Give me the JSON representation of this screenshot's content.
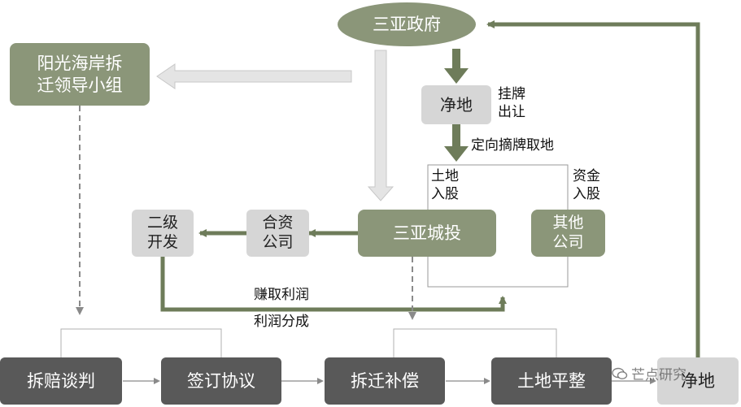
{
  "nodes": {
    "sanya_gov": "三亚政府",
    "demolition_group": "阳光海岸拆\n迁领导小组",
    "clean_land_top": "净地",
    "sanya_chengtou": "三亚城投",
    "other_company": "其他\n公司",
    "jv_company": "合资\n公司",
    "secondary_dev": "二级\n开发",
    "negotiation": "拆赔谈判",
    "sign_agreement": "签订协议",
    "compensation": "拆迁补偿",
    "land_leveling": "土地平整",
    "clean_land_bottom": "净地"
  },
  "labels": {
    "listing_transfer": "挂牌\n出让",
    "directed_listing": "定向摘牌取地",
    "land_equity": "土地\n入股",
    "capital_equity": "资金\n入股",
    "earn_profit": "赚取利润",
    "profit_share": "利润分成"
  },
  "watermark": "芒点研究",
  "colors": {
    "olive": "#8b9679",
    "arrow_green": "#6e7c5a",
    "light_gray": "#d6d6d6",
    "dark_gray": "#595959",
    "dashed_gray": "#8a8a8a"
  }
}
